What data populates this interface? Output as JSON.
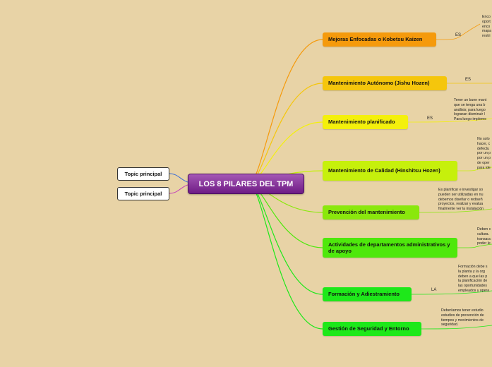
{
  "central": {
    "label": "LOS 8 PILARES DEL TPM"
  },
  "topics": [
    {
      "label": "Topic principal"
    },
    {
      "label": "Topic principal"
    }
  ],
  "colors": {
    "background": "#e8d3a6",
    "central_fill": "#8a3aa0",
    "branch_orange": "#f59a0c",
    "branch_gold": "#f5c60c",
    "branch_yellow": "#f4f00c",
    "branch_lime": "#c6f00c",
    "branch_green_light": "#8ae80c",
    "branch_green": "#4ee80c",
    "branch_green_bright": "#1ee81a"
  },
  "branches": [
    {
      "label": "Mejoras Enfocadas o Kobetsu Kaizen",
      "connector": "ES",
      "description": "Enco\noport\nenco\nmapa\nrestri"
    },
    {
      "label": "Mantenimiento Autónomo (Jishu Hozen)",
      "connector": "ES",
      "description": ""
    },
    {
      "label": "Mantenimiento planificado",
      "connector": "ES",
      "description": "Tener un buen mant\nque se tenga una b\nanálisis; para luego\nlograran disminuir l\nPara luego impleme"
    },
    {
      "label": "Mantenimiento de Calidad (Hinshitsu Hozen)",
      "connector": "",
      "description": "No solo\nhacer, c\ndefectu\npor un p\npor un p\nde oper\npara ide"
    },
    {
      "label": "Prevención del mantenimiento",
      "connector": "",
      "description": "Es planificar e investigar so\npueden ser utilizadas en nu\ndebemos diseñar o rediseñ\nproyectos, realizar y evalua\nfinalmente ver la instalación"
    },
    {
      "label": "Actividades de departamentos administrativos y de apoyo",
      "connector": "",
      "description": "Deben c\ncultura.\ntransacc\npoder le"
    },
    {
      "label": "Formación y Adiestramiento",
      "connector": "LA",
      "description": "Formación debe s\nla planta y la org\ndeben a que las p\nla planificación de\nlas oportunidades\nempleados y opera"
    },
    {
      "label": "Gestión de Seguridad y Entorno",
      "connector": "",
      "description": "Deberíamos tener estudio\nestudios de prevención de\ntiempos y movimientos de\nseguridad."
    }
  ]
}
